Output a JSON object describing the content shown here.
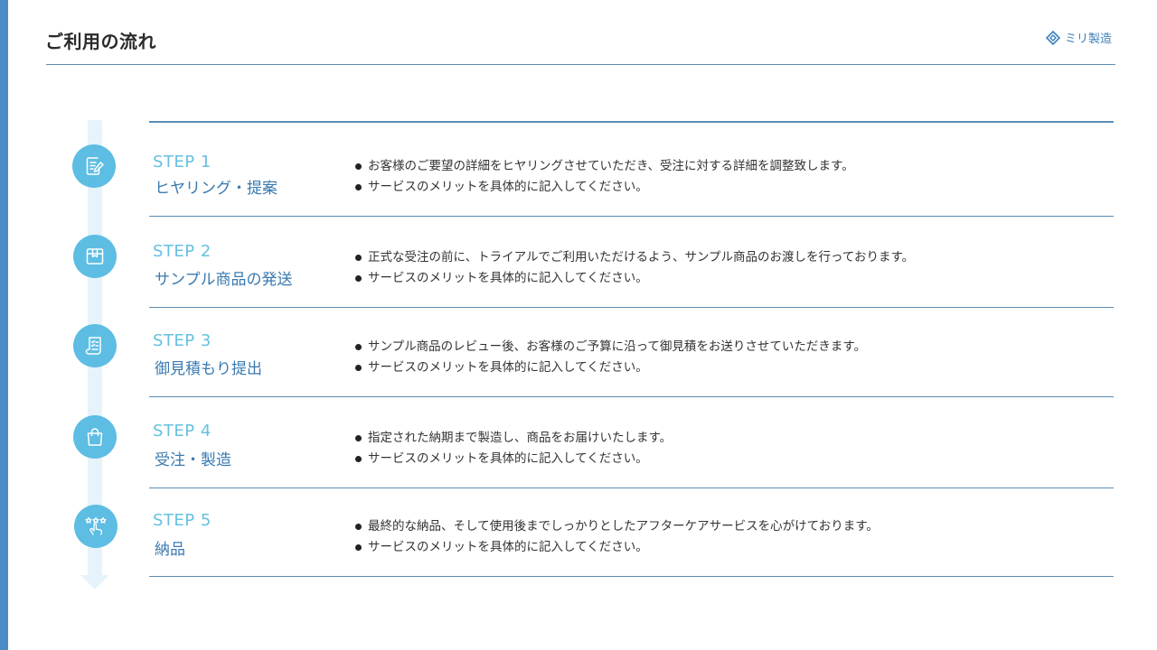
{
  "header": {
    "title": "ご利用の流れ",
    "logo_text": "ミリ製造",
    "logo_icon": "diamond-logo-icon"
  },
  "colors": {
    "accent_bar": "#4a8dc4",
    "step_number": "#66c0e0",
    "step_name": "#3a79b0",
    "icon_circle": "#5dbde3",
    "rule": "#5b8cb3",
    "track": "#e6f3fa"
  },
  "steps": [
    {
      "number": "STEP 1",
      "name": "ヒヤリング・提案",
      "icon": "document-pencil-icon",
      "bullets": [
        "お客様のご要望の詳細をヒヤリングさせていただき、受注に対する詳細を調整致します。",
        "サービスのメリットを具体的に記入してください。"
      ]
    },
    {
      "number": "STEP 2",
      "name": "サンプル商品の発送",
      "icon": "package-box-icon",
      "bullets": [
        "正式な受注の前に、トライアルでご利用いただけるよう、サンプル商品のお渡しを行っております。",
        "サービスのメリットを具体的に記入してください。"
      ]
    },
    {
      "number": "STEP 3",
      "name": "御見積もり提出",
      "icon": "quote-document-icon",
      "bullets": [
        "サンプル商品のレビュー後、お客様のご予算に沿って御見積をお送りさせていただきます。",
        "サービスのメリットを具体的に記入してください。"
      ]
    },
    {
      "number": "STEP 4",
      "name": "受注・製造",
      "icon": "shopping-bag-icon",
      "bullets": [
        "指定された納期まで製造し、商品をお届けいたします。",
        "サービスのメリットを具体的に記入してください。"
      ]
    },
    {
      "number": "STEP 5",
      "name": "納品",
      "icon": "hand-rating-stars-icon",
      "bullets": [
        "最終的な納品、そして使用後までしっかりとしたアフターケアサービスを心がけております。",
        "サービスのメリットを具体的に記入してください。"
      ]
    }
  ]
}
